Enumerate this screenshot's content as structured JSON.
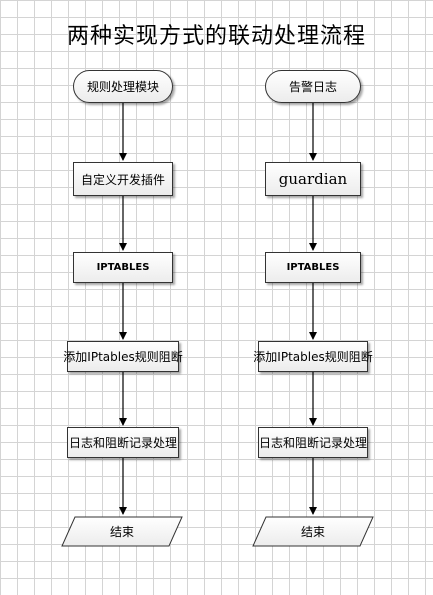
{
  "title": "两种实现方式的联动处理流程",
  "left_flow": {
    "start": "规则处理模块",
    "step1": "自定义开发插件",
    "step2": "IPTABLES",
    "step3": "添加IPtables规则阻断",
    "step4": "日志和阻断记录处理",
    "end": "结束"
  },
  "right_flow": {
    "start": "告警日志",
    "step1": "guardian",
    "step2": "IPTABLES",
    "step3": "添加IPtables规则阻断",
    "step4": "日志和阻断记录处理",
    "end": "结束"
  }
}
